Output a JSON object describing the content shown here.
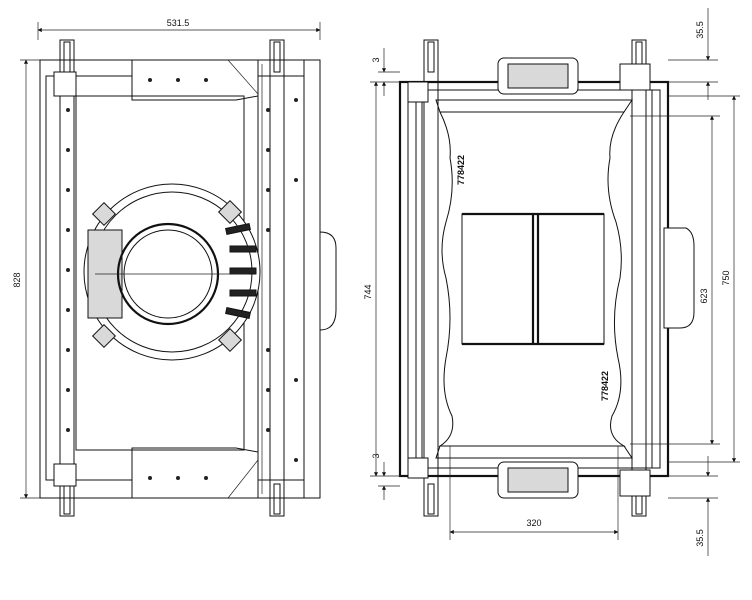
{
  "dimensions": {
    "front_width": "531.5",
    "front_height": "828",
    "side_inner_height": "744",
    "side_top_gap": "3",
    "side_bottom_gap": "3",
    "side_top_offset": "35.5",
    "side_bottom_offset": "35.5",
    "side_outer_height": "750",
    "side_mid_height": "623",
    "side_width": "320"
  },
  "labels": {
    "part_number_top": "778422",
    "part_number_bottom": "778422"
  }
}
